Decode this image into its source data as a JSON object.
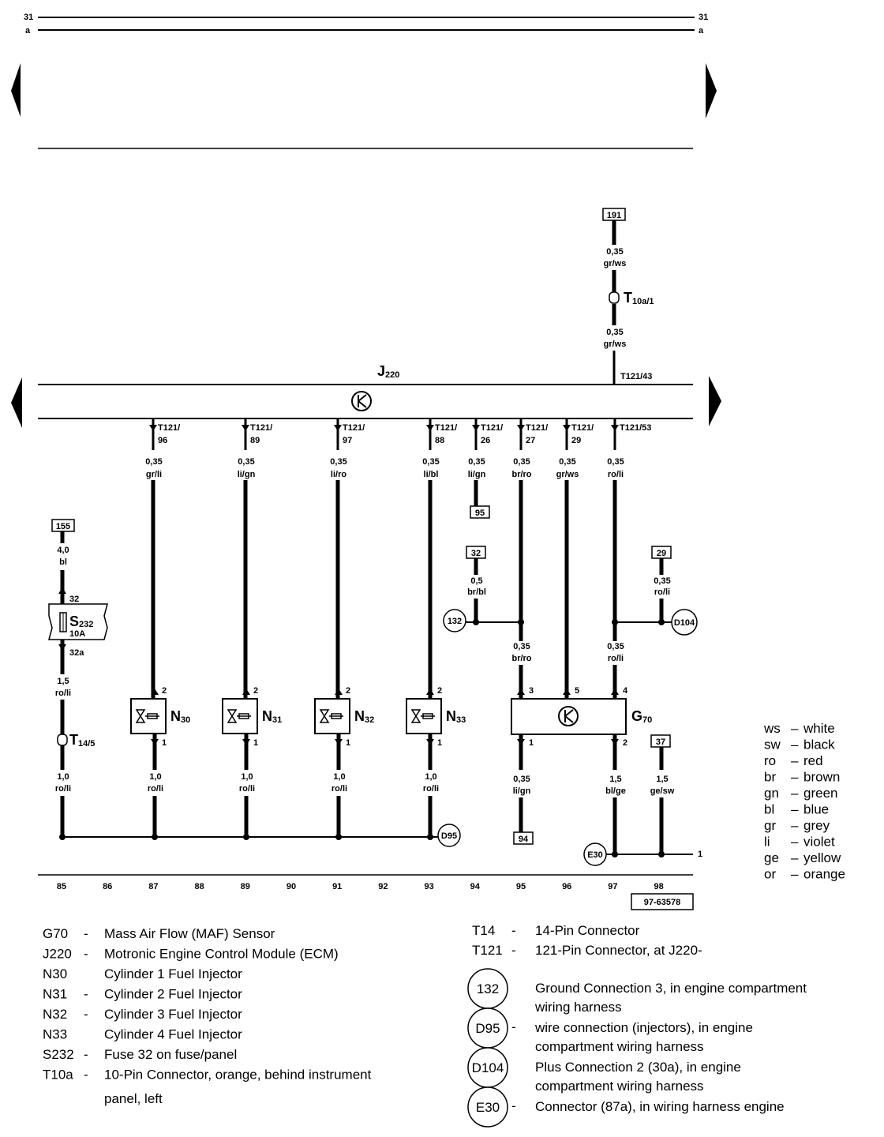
{
  "header": {
    "rail_top_left": "31",
    "rail_top_right": "31",
    "rail_bot_left": "a",
    "rail_bot_right": "a"
  },
  "module": {
    "name": "J",
    "sub": "220",
    "pin_top": "T121/43"
  },
  "top_feed": {
    "box": "191",
    "upper_gauge": "0,35",
    "upper_color": "gr/ws",
    "conn": "T",
    "conn_sub": "10a/1",
    "lower_gauge": "0,35",
    "lower_color": "gr/ws"
  },
  "pins": [
    {
      "label": "T121/",
      "num": "96",
      "gauge": "0,35",
      "color": "gr/li"
    },
    {
      "label": "T121/",
      "num": "89",
      "gauge": "0,35",
      "color": "li/gn"
    },
    {
      "label": "T121/",
      "num": "97",
      "gauge": "0,35",
      "color": "li/ro"
    },
    {
      "label": "T121/",
      "num": "88",
      "gauge": "0,35",
      "color": "li/bl"
    },
    {
      "label": "T121/",
      "num": "26",
      "gauge": "0,35",
      "color": "li/gn"
    },
    {
      "label": "T121/",
      "num": "27",
      "gauge": "0,35",
      "color": "br/ro"
    },
    {
      "label": "T121/",
      "num": "29",
      "gauge": "0,35",
      "color": "gr/ws"
    },
    {
      "label": "T121/53",
      "num": "",
      "gauge": "0,35",
      "color": "ro/li"
    }
  ],
  "refs": {
    "r95": "95",
    "r32": "32",
    "r29": "29",
    "r155": "155",
    "r94": "94",
    "r37": "37",
    "r32_gauge": "0,5",
    "r32_color": "br/bl",
    "r29_gauge": "0,35",
    "r29_color": "ro/li"
  },
  "fuse": {
    "top_gauge": "4,0",
    "top_color": "bl",
    "pin_in": "32",
    "name": "S",
    "sub": "232",
    "rating": "10A",
    "pin_out": "32a",
    "low_gauge": "1,5",
    "low_color": "ro/li",
    "conn": "T",
    "conn_sub": "14/5",
    "bot_gauge": "1,0",
    "bot_color": "ro/li"
  },
  "injectors": [
    {
      "name": "N",
      "sub": "30",
      "pin_top": "2",
      "pin_bot": "1",
      "gauge": "1,0",
      "color": "ro/li"
    },
    {
      "name": "N",
      "sub": "31",
      "pin_top": "2",
      "pin_bot": "1",
      "gauge": "1,0",
      "color": "ro/li"
    },
    {
      "name": "N",
      "sub": "32",
      "pin_top": "2",
      "pin_bot": "1",
      "gauge": "1,0",
      "color": "ro/li"
    },
    {
      "name": "N",
      "sub": "33",
      "pin_top": "2",
      "pin_bot": "1",
      "gauge": "1,0",
      "color": "ro/li"
    }
  ],
  "sensor": {
    "name": "G",
    "sub": "70",
    "pin3": "3",
    "pin5": "5",
    "pin4": "4",
    "pin1": "1",
    "pin2": "2",
    "w3_gauge": "0,35",
    "w3_color": "br/ro",
    "w4_gauge": "0,35",
    "w4_color": "ro/li",
    "w1_gauge": "0,35",
    "w1_color": "li/gn",
    "w2_gauge": "1,5",
    "w2_color": "bl/ge",
    "r37_gauge": "1,5",
    "r37_color": "ge/sw"
  },
  "circles": {
    "c132": "132",
    "c104": "D104",
    "c95": "D95",
    "e30": "E30"
  },
  "ground_ref": "1",
  "tracks": [
    "85",
    "86",
    "87",
    "88",
    "89",
    "90",
    "91",
    "92",
    "93",
    "94",
    "95",
    "96",
    "97",
    "98"
  ],
  "doc_id": "97-63578",
  "legend_left": [
    {
      "code": "G70",
      "dash": "-",
      "text": "Mass Air Flow (MAF) Sensor"
    },
    {
      "code": "J220",
      "dash": "-",
      "text": "Motronic Engine Control Module (ECM)"
    },
    {
      "code": "N30",
      "dash": "",
      "text": "Cylinder 1 Fuel Injector"
    },
    {
      "code": "N31",
      "dash": "-",
      "text": "Cylinder 2 Fuel Injector"
    },
    {
      "code": "N32",
      "dash": "-",
      "text": "Cylinder 3 Fuel Injector"
    },
    {
      "code": "N33",
      "dash": "",
      "text": "Cylinder 4 Fuel Injector"
    },
    {
      "code": "S232",
      "dash": "-",
      "text": "Fuse 32 on fuse/panel"
    },
    {
      "code": "T10a",
      "dash": "-",
      "text": "10-Pin Connector, orange, behind instrument"
    }
  ],
  "legend_left_cont": "panel, left",
  "legend_right": [
    {
      "code": "T14",
      "dash": "-",
      "text": "14-Pin Connector"
    },
    {
      "code": "T121",
      "dash": "-",
      "text": "121-Pin Connector, at J220-"
    }
  ],
  "legend_circles": [
    {
      "code": "132",
      "dash": "",
      "line1": "Ground Connection 3, in engine compartment",
      "line2": "wiring harness"
    },
    {
      "code": "D95",
      "dash": "-",
      "line1": "wire connection (injectors), in engine",
      "line2": "compartment wiring harness"
    },
    {
      "code": "D104",
      "dash": "",
      "line1": "Plus Connection 2 (30a), in engine",
      "line2": "compartment wiring harness"
    },
    {
      "code": "E30",
      "dash": "-",
      "line1": "Connector (87a), in wiring harness engine",
      "line2": ""
    }
  ],
  "color_key": [
    {
      "code": "ws",
      "name": "white"
    },
    {
      "code": "sw",
      "name": "black"
    },
    {
      "code": "ro",
      "name": "red"
    },
    {
      "code": "br",
      "name": "brown"
    },
    {
      "code": "gn",
      "name": "green"
    },
    {
      "code": "bl",
      "name": "blue"
    },
    {
      "code": "gr",
      "name": "grey"
    },
    {
      "code": "li",
      "name": "violet"
    },
    {
      "code": "ge",
      "name": "yellow"
    },
    {
      "code": "or",
      "name": "orange"
    }
  ]
}
